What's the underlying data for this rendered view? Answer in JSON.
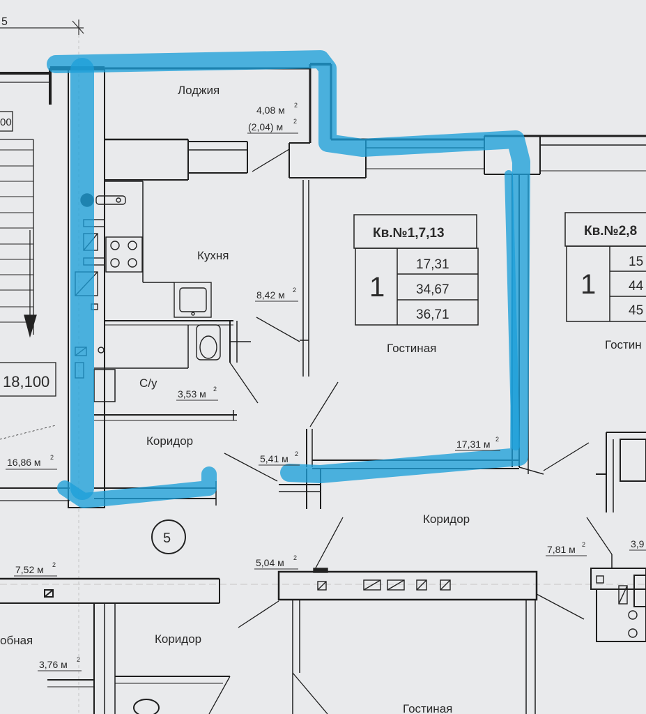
{
  "top_left_number": "5",
  "apartments": [
    {
      "title": "Кв.№1,7,13",
      "rooms": "1",
      "areas": [
        "17,31",
        "34,67",
        "36,71"
      ]
    },
    {
      "title": "Кв.№2,8",
      "rooms": "1",
      "areas": [
        "15",
        "44",
        "45"
      ]
    }
  ],
  "rooms": {
    "loggia": {
      "name": "Лоджия",
      "area": "4,08 м",
      "area_reduced": "(2,04) м"
    },
    "kitchen": {
      "name": "Кухня",
      "area": "8,42 м"
    },
    "bathroom": {
      "name": "С/у",
      "area": "3,53 м"
    },
    "corridor_apt": {
      "name": "Коридор",
      "area": "5,41 м"
    },
    "living": {
      "name": "Гостиная",
      "area": "17,31 м"
    },
    "living_right": {
      "name": "Гостин"
    },
    "corridor_common": {
      "name": "Коридор"
    },
    "corridor_bottom": {
      "name": "Коридор"
    },
    "living_bottom": {
      "name": "Гостиная"
    },
    "partial_room": {
      "name": "обная"
    }
  },
  "misc_areas": {
    "stair_area": "16,86 м",
    "left_lower": "7,52 м",
    "center_lower": "5,04 м",
    "right_lower": "7,81 м",
    "right_edge": "3,9",
    "left_bottom": "3,76 м"
  },
  "stair_mark": "18,100",
  "stair_top_mark": "00",
  "section_number": "5",
  "sup2": "2",
  "colors": {
    "paper": "#e9eaec",
    "wall": "#1e1e1e",
    "highlight": "#1d9fd8"
  }
}
